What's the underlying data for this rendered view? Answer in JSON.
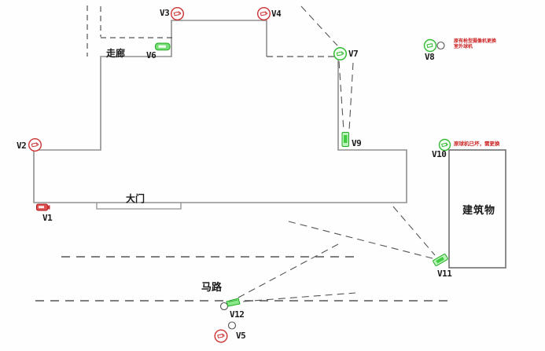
{
  "diagram": {
    "type": "cctv-camera-floor-plan",
    "labels": {
      "corridor": "走廊",
      "gate": "大门",
      "road": "马路",
      "building": "建筑物"
    },
    "cameras": [
      {
        "id": "V1",
        "label": "V1",
        "color": "#cc3333",
        "icon": "bullet-camera"
      },
      {
        "id": "V2",
        "label": "V2",
        "color": "#cc3333",
        "icon": "dome-camera"
      },
      {
        "id": "V3",
        "label": "V3",
        "color": "#cc3333",
        "icon": "dome-camera"
      },
      {
        "id": "V4",
        "label": "V4",
        "color": "#cc3333",
        "icon": "dome-camera"
      },
      {
        "id": "V5",
        "label": "V5",
        "color": "#cc3333",
        "icon": "dome-camera-with-mount"
      },
      {
        "id": "V6",
        "label": "V6",
        "color": "#33bb33",
        "icon": "bullet-camera"
      },
      {
        "id": "V7",
        "label": "V7",
        "color": "#33bb33",
        "icon": "dome-camera"
      },
      {
        "id": "V8",
        "label": "V8",
        "color": "#33bb33",
        "icon": "dome-camera-with-mount"
      },
      {
        "id": "V9",
        "label": "V9",
        "color": "#33bb33",
        "icon": "box-camera"
      },
      {
        "id": "V10",
        "label": "V10",
        "color": "#33bb33",
        "icon": "dome-camera"
      },
      {
        "id": "V11",
        "label": "V11",
        "color": "#33bb33",
        "icon": "box-camera"
      },
      {
        "id": "V12",
        "label": "V12",
        "color": "#33bb33",
        "icon": "cone-camera-with-mount"
      }
    ],
    "annotations": {
      "v8_note_line1": "原有枪型摄像机更换",
      "v8_note_line2": "室外球机",
      "v10_note": "原球机已坏，需更换"
    },
    "colors": {
      "camera_red": "#cc3333",
      "camera_green": "#33bb33",
      "annotation_red": "#cc2222",
      "wall_gray": "#909090",
      "dashed_dark": "#555555"
    }
  }
}
